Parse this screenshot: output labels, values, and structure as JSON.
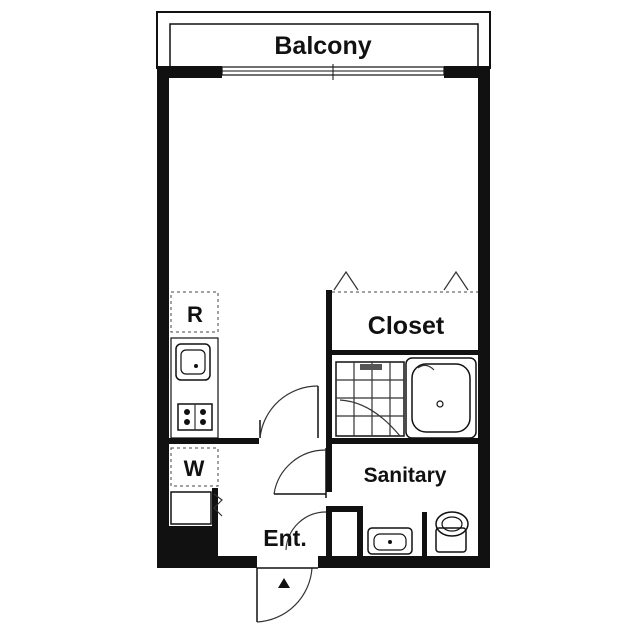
{
  "rooms": {
    "balcony": "Balcony",
    "closet": "Closet",
    "sanitary": "Sanitary",
    "entrance": "Ent.",
    "refrigerator": "R",
    "washer": "W"
  },
  "colors": {
    "wall": "#111111",
    "background": "#ffffff"
  },
  "icons": [
    "entrance-arrow-icon",
    "kitchen-sink-icon",
    "stove-icon",
    "bathtub-icon",
    "washbasin-icon",
    "toilet-icon",
    "shower-icon"
  ]
}
